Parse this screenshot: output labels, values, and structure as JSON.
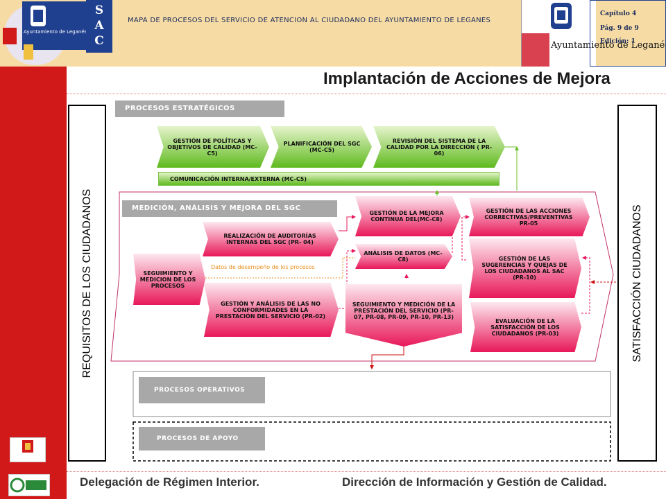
{
  "header": {
    "sac_letters": [
      "S",
      "A",
      "C"
    ],
    "logo_text": "Ayuntamiento de Leganés",
    "title": "MAPA DE PROCESOS DEL SERVICIO DE ATENCIÓN AL CIUDADANO DEL AYUNTAMIENTO DE LEGANÉS",
    "ayto_label": "Ayuntamiento de Leganés",
    "capitulo": "Capítulo 4",
    "pagina": "Pág. 9 de 9",
    "edicion": "Edición: 1"
  },
  "page_title": "Implantación de Acciones de Mejora",
  "side_left": "REQUISITOS DE LOS CIUDADANOS",
  "side_right": "SATISFACCIÓN CIUDADANOS",
  "estrategicos": {
    "label": "PROCESOS ESTRATÉGICOS",
    "politicas": "GESTIÓN DE POLÍTICAS Y OBJETIVOS DE CALIDAD (MC-C5)",
    "planificacion": "PLANIFICACIÓN DEL SGC (MC-C5)",
    "revision": "REVISIÓN DEL SISTEMA DE LA CALIDAD POR LA DIRECCIÓN ( PR-06)",
    "comunicacion": "COMUNICACIÓN INTERNA/EXTERNA (MC-C5)"
  },
  "medicion": {
    "label": "MEDICIÓN, ANÁLISIS Y MEJORA DEL SGC",
    "seguimiento": "SEGUIMIENTO Y MEDICION DE LOS PROCESOS",
    "auditorias": "REALIZACIÓN DE AUDITORÍAS INTERNAS DEL SGC (PR- 04)",
    "datos_desempeno": "Datos de desempeño de los procesos",
    "no_conformidades": "GESTIÓN Y ANÁLISIS DE LAS NO CONFORMIDADES EN LA PRESTACIÓN DEL SERVICIO (PR-02)",
    "mejora_continua": "GESTIÓN DE LA MEJORA CONTINUA DEL(MC-C8)",
    "analisis_datos": "ANÁLISIS DE DATOS (MC-C8)",
    "seguimiento_prestacion": "SEGUIMIENTO Y MEDICIÓN DE LA PRESTACIÓN DEL SERVICIO (PR-07, PR-08, PR-09, PR-10, PR-13)",
    "acciones_correctivas": "GESTIÓN DE LAS ACCIONES CORRECTIVAS/PREVENTIVAS PR-05",
    "sugerencias": "GESTIÓN DE LAS SUGERENCIAS Y QUEJAS DE LOS CIUDADANOS AL SAC (PR-10)",
    "evaluacion": "EVALUACIÓN DE LA SATISFACCIÓN DE LOS CIUDADANOS (PR-03)"
  },
  "operativos": "PROCESOS OPERATIVOS",
  "apoyo": "PROCESOS DE APOYO",
  "footer": {
    "left": "Delegación de Régimen Interior.",
    "right": "Dirección de Información y Gestión de Calidad."
  },
  "colors": {
    "red_band": "#d11919",
    "header_band": "#f6dca4",
    "navy": "#1f3f8f",
    "green": "#5fba1f",
    "pink": "#e8185a",
    "grey_label": "#a8a8a8"
  }
}
